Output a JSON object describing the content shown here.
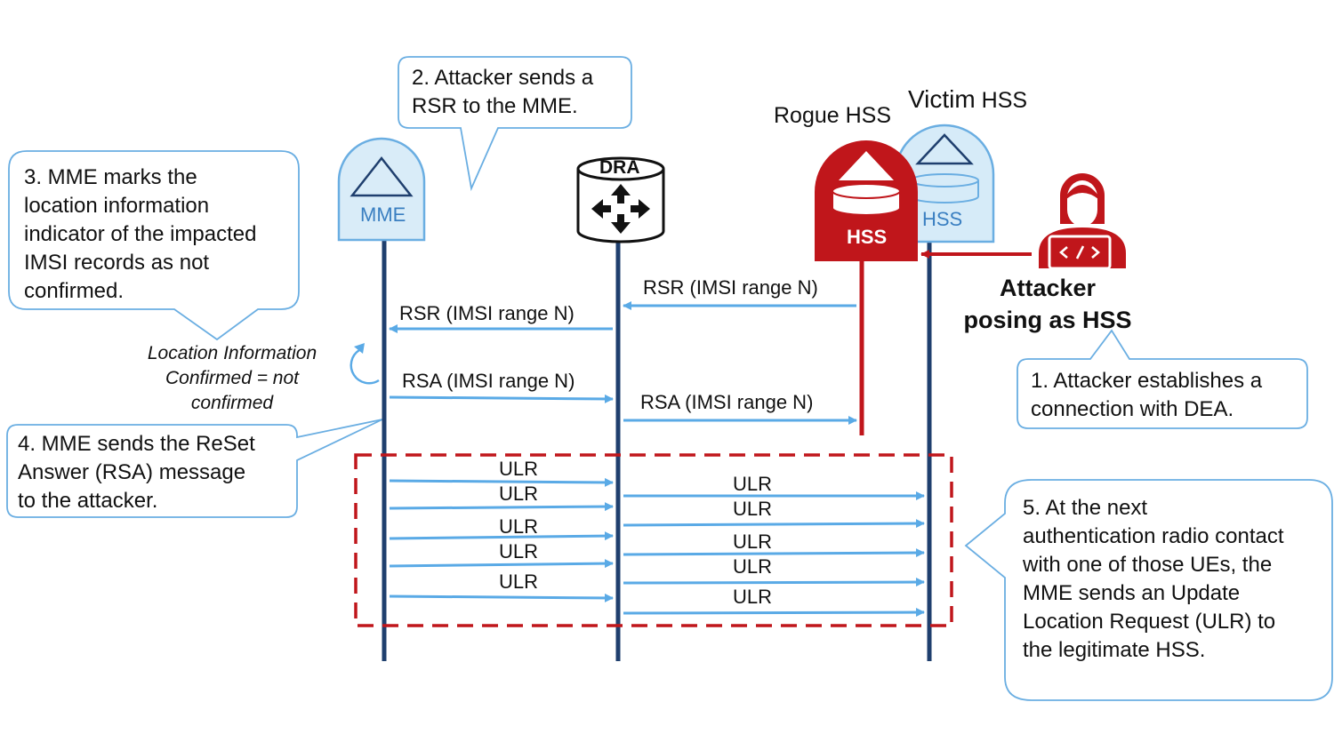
{
  "nodes": {
    "mme": "MME",
    "dra": "DRA",
    "rogue_hss_box": "HSS",
    "victim_hss_box": "HSS",
    "rogue_hss_title": "Rogue HSS",
    "victim_hss_title_prefix": "Victim",
    "victim_hss_title_suffix": "HSS"
  },
  "attacker": {
    "line1": "Attacker",
    "line2": "posing as HSS",
    "icon": "hacker-laptop-icon"
  },
  "callouts": {
    "step1": [
      "1. Attacker establishes a",
      "connection with DEA."
    ],
    "step2": [
      "2. Attacker sends a",
      "RSR to the MME."
    ],
    "step3": [
      "3. MME marks the",
      "location  information",
      "indicator of the impacted",
      "IMSI records as not",
      "confirmed."
    ],
    "step4": [
      "4. MME sends the ReSet",
      "Answer  (RSA)  message",
      "to the attacker."
    ],
    "step5": [
      "5. At the next",
      "authentication radio contact",
      "with one of those UEs, the",
      "MME sends an Update",
      "Location Request (ULR) to",
      "the legitimate HSS."
    ]
  },
  "note": [
    "Location Information",
    "Confirmed = not",
    "confirmed"
  ],
  "messages": {
    "rsr_rogue_to_dra": "RSR (IMSI range N)",
    "rsr_dra_to_mme": "RSR (IMSI range N)",
    "rsa_mme_to_dra": "RSA (IMSI range N)",
    "rsa_dra_to_rogue": "RSA (IMSI range N)",
    "ulr_left": [
      "ULR",
      "ULR",
      "ULR",
      "ULR",
      "ULR"
    ],
    "ulr_right": [
      "ULR",
      "ULR",
      "ULR",
      "ULR",
      "ULR"
    ]
  },
  "colors": {
    "lifeline": "#1f3f6e",
    "arrow": "#5aaae6",
    "rogue": "#c0161b",
    "victim_fill": "#d6ebf8",
    "node_fill": "#d9ecf8",
    "node_stroke": "#6aaee2",
    "callout_stroke": "#6aaee2"
  }
}
